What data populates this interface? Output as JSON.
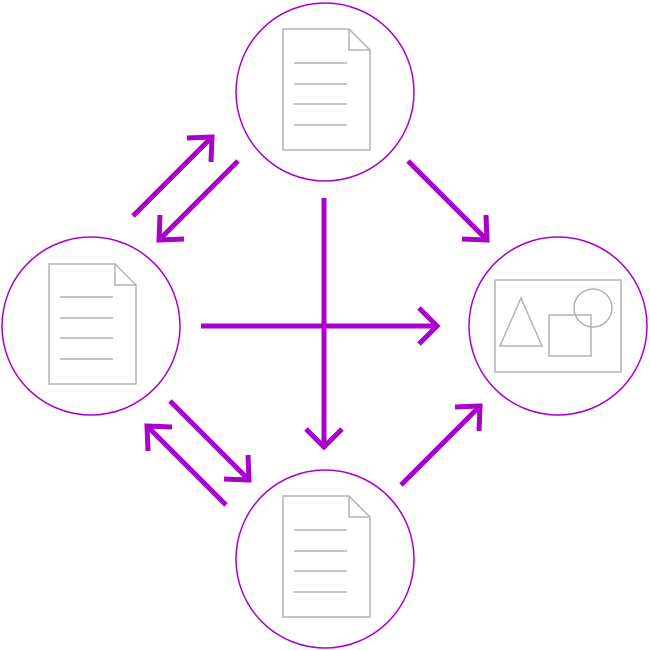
{
  "colors": {
    "accent": "#aa00cc",
    "icon_stroke": "#b3b3b3",
    "background": "#ffffff"
  },
  "nodes": [
    {
      "id": "top",
      "icon": "document-icon"
    },
    {
      "id": "left",
      "icon": "document-icon"
    },
    {
      "id": "bottom",
      "icon": "document-icon"
    },
    {
      "id": "right",
      "icon": "image-shapes-icon"
    }
  ],
  "edges": [
    {
      "from": "left",
      "to": "top"
    },
    {
      "from": "top",
      "to": "left"
    },
    {
      "from": "top",
      "to": "right"
    },
    {
      "from": "top",
      "to": "bottom"
    },
    {
      "from": "left",
      "to": "right"
    },
    {
      "from": "left",
      "to": "bottom"
    },
    {
      "from": "bottom",
      "to": "left"
    },
    {
      "from": "bottom",
      "to": "right"
    }
  ]
}
